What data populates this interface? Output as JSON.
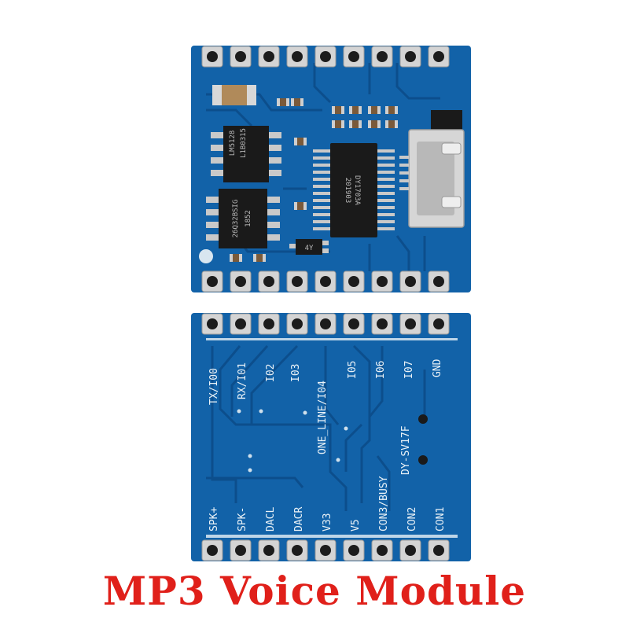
{
  "caption": "MP3 Voice Module",
  "colors": {
    "pcb": "#1262a8",
    "trace": "#0d4f8e",
    "pad": "#c9c9c9",
    "caption": "#e0201a"
  },
  "top_board": {
    "chips": {
      "flash_a": [
        "LM5128",
        "L1B0315"
      ],
      "flash_b": [
        "26Q32BSIG",
        "1852"
      ],
      "decoder": [
        "DY1703A",
        "201903"
      ],
      "transistor": "4Y"
    }
  },
  "bottom_board": {
    "top_labels": [
      "TX/I00",
      "RX/I01",
      "I02",
      "I03",
      "ONE_LINE/I04",
      "I05",
      "I06",
      "I07",
      "GND"
    ],
    "model": "DY-SV17F",
    "bottom_labels": [
      "SPK+",
      "SPK-",
      "DACL",
      "DACR",
      "V33",
      "V5",
      "CON3/BUSY",
      "CON2",
      "CON1"
    ]
  }
}
